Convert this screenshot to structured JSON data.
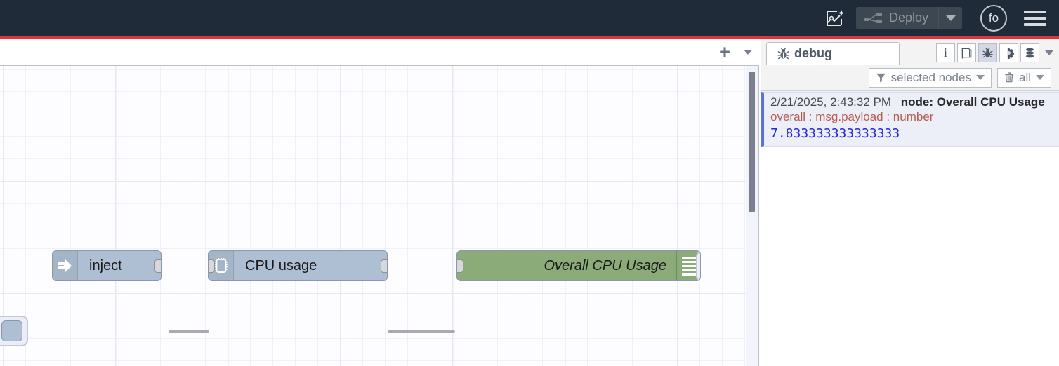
{
  "header": {
    "ai_icon": "ai-flow-sparkle-icon",
    "deploy_label": "Deploy",
    "deploy_icon": "deploy-flow-icon",
    "deploy_caret_icon": "chevron-down-icon",
    "avatar_initials": "fo",
    "menu_icon": "hamburger-menu-icon",
    "deploy_indicator_color": "#e0333a"
  },
  "workspace_tabs": {
    "add_label": "+",
    "add_icon": "plus-icon",
    "list_icon": "chevron-down-icon"
  },
  "canvas": {
    "nodes": [
      {
        "id": "inject",
        "label": "inject",
        "type": "inject",
        "icon": "inject-arrow-icon",
        "color": "#aebfd3",
        "selected": true,
        "selection_color": "#ff7f0e"
      },
      {
        "id": "cpu-usage",
        "label": "CPU usage",
        "type": "cpu",
        "icon": "cpu-chip-icon",
        "color": "#aebfd3",
        "selected": false
      },
      {
        "id": "overall-cpu-usage",
        "label": "Overall CPU Usage",
        "type": "debug",
        "icon": "debug-lines-icon",
        "color": "#8bab79",
        "selected": false
      }
    ]
  },
  "sidebar": {
    "tab": {
      "label": "debug",
      "icon": "bug-icon"
    },
    "tools": [
      {
        "name": "info-icon",
        "glyph": "i",
        "active": false
      },
      {
        "name": "help-book-icon",
        "glyph": "book",
        "active": false
      },
      {
        "name": "debug-bug-icon",
        "glyph": "bug",
        "active": true
      },
      {
        "name": "config-gear-icon",
        "glyph": "gear",
        "active": false
      },
      {
        "name": "context-data-icon",
        "glyph": "database",
        "active": false
      }
    ],
    "tools_caret_icon": "chevron-down-icon",
    "filter": {
      "filter_icon": "funnel-icon",
      "filter_label": "selected nodes",
      "filter_caret_icon": "chevron-down-icon",
      "clear_icon": "trash-icon",
      "clear_label": "all",
      "clear_caret_icon": "chevron-down-icon"
    },
    "messages": [
      {
        "timestamp": "2/21/2025, 2:43:32 PM",
        "node_label": "node: Overall CPU Usage",
        "topic": "overall : msg.payload : number",
        "value": "7.833333333333333"
      }
    ]
  }
}
